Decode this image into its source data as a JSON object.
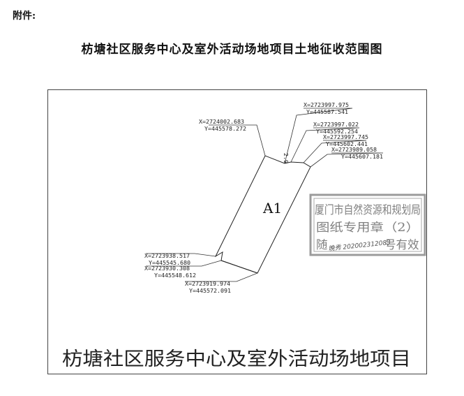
{
  "header": {
    "attachment_label": "附件:",
    "title": "枋塘社区服务中心及室外活动场地项目土地征收范围图"
  },
  "map": {
    "area_label": "A1",
    "segment_label": "2.9",
    "bottom_title": "枋塘社区服务中心及室外活动场地项目",
    "points": [
      {
        "x_label": "X=2724002.683",
        "y_label": "Y=445578.272"
      },
      {
        "x_label": "X=2723997.975",
        "y_label": "Y=445587.541"
      },
      {
        "x_label": "X=2723997.022",
        "y_label": "Y=445592.254"
      },
      {
        "x_label": "X=2723997.745",
        "y_label": "Y=445602.441"
      },
      {
        "x_label": "X=2723989.058",
        "y_label": "Y=445607.181"
      },
      {
        "x_label": "X=2723938.517",
        "y_label": "Y=445545.680"
      },
      {
        "x_label": "X=2723930.308",
        "y_label": "Y=445548.612"
      },
      {
        "x_label": "X=2723919.974",
        "y_label": "Y=445572.091"
      }
    ],
    "stamp": {
      "line1": "厦门市自然资源和规划局",
      "line2": "图纸专用章（2）",
      "line3_left": "随",
      "line3_right": "号有效",
      "handwriting": "晚秀 202002312083"
    }
  }
}
